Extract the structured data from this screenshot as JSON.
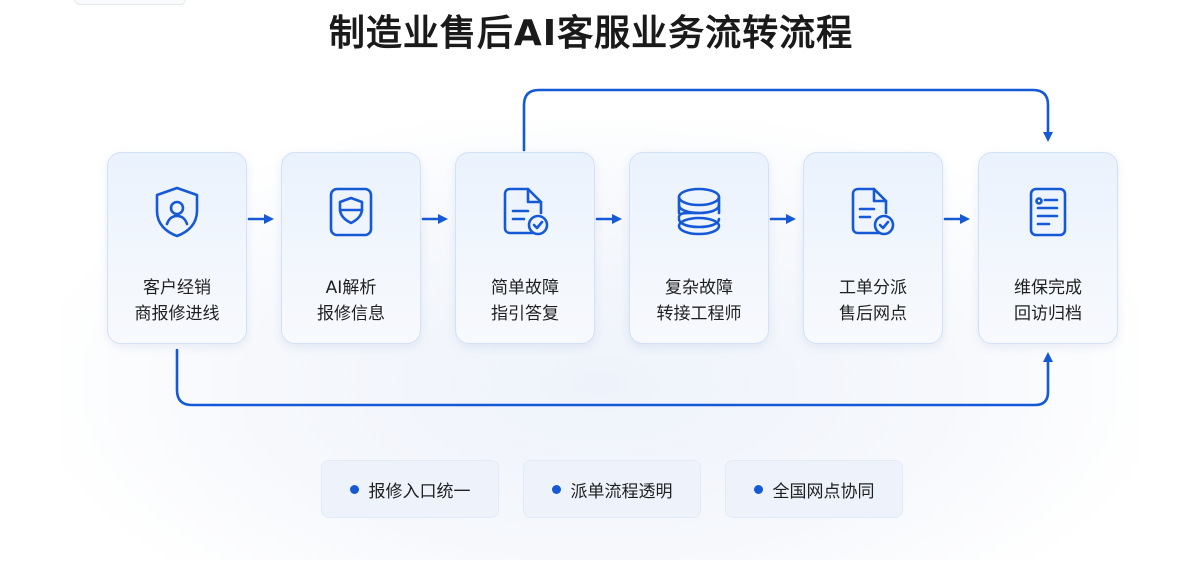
{
  "title": "制造业售后AI客服业务流转流程",
  "steps": [
    {
      "icon": "shield-user-icon",
      "line1": "客户经销",
      "line2": "商报修进线"
    },
    {
      "icon": "ai-shield-screen-icon",
      "line1": "AI解析",
      "line2": "报修信息"
    },
    {
      "icon": "document-check-icon",
      "line1": "简单故障",
      "line2": "指引答复"
    },
    {
      "icon": "database-icon",
      "line1": "复杂故障",
      "line2": "转接工程师"
    },
    {
      "icon": "file-check-icon",
      "line1": "工单分派",
      "line2": "售后网点"
    },
    {
      "icon": "checklist-document-icon",
      "line1": "维保完成",
      "line2": "回访归档"
    }
  ],
  "highlights": [
    {
      "label": "报修入口统一"
    },
    {
      "label": "派单流程透明"
    },
    {
      "label": "全国网点协同"
    }
  ],
  "colors": {
    "accent": "#1659d6",
    "card_border": "#d3e1f5",
    "pill_bg": "#eef3fb"
  }
}
